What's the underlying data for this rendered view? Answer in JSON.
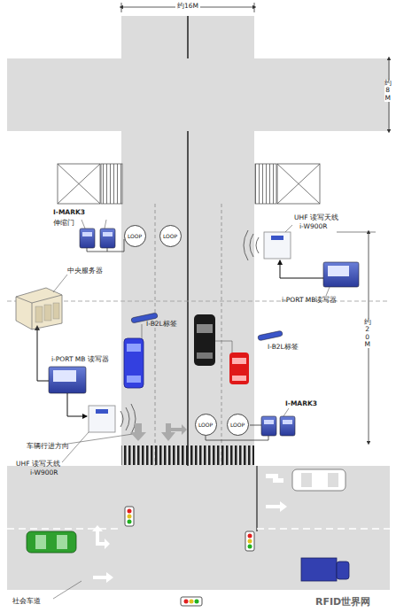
{
  "diagram": {
    "nodes": [
      {
        "text": [
          "LOOP"
        ]
      },
      {
        "text": [
          "LOOP"
        ]
      },
      {
        "text": [
          "LOOP"
        ]
      },
      {
        "text": [
          "LOOP"
        ]
      }
    ],
    "labels": [
      "约16M",
      "约8M",
      "I-MARK3",
      "伸缩门",
      "UHF 读写天线",
      "i-W900R",
      "中央服务器",
      "i-PORT MB读写器",
      "I-B2L标签",
      "I-B2L标签",
      "约20M",
      "i-PORT MB 读写器",
      "I-MARK3",
      "车辆行进方向",
      "UHF 读写天线",
      "i-W900R",
      "社会车道",
      "RFID世界网"
    ]
  }
}
